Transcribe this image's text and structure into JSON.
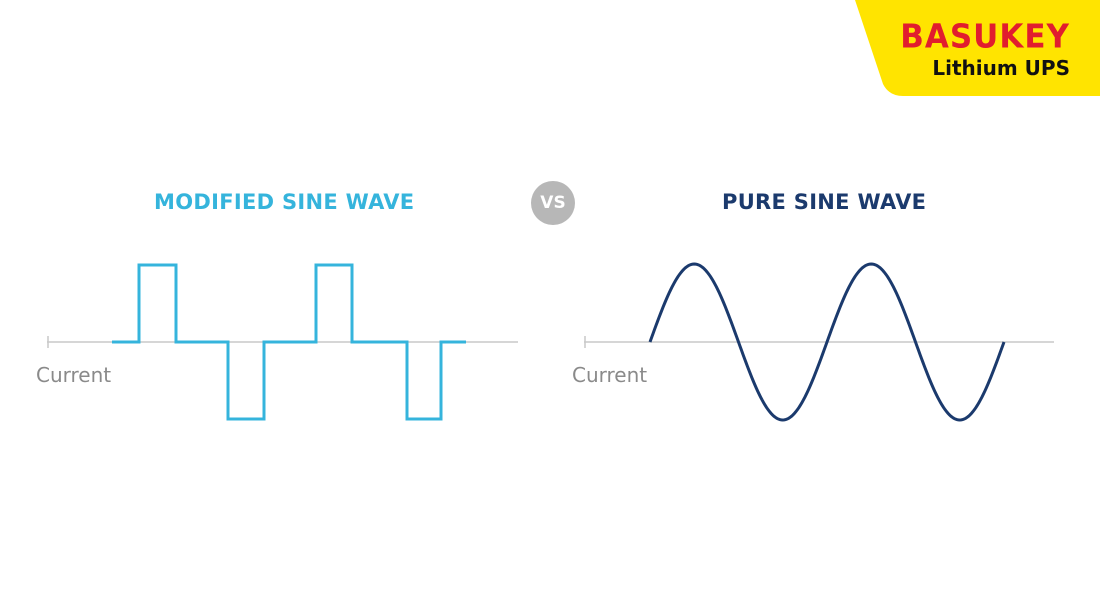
{
  "brand": {
    "name": "BASUKEY",
    "tagline": "Lithium UPS",
    "badge_color": "#ffe400",
    "name_color": "#e11d2e"
  },
  "comparison": {
    "left_title": "MODIFIED SINE WAVE",
    "right_title": "PURE SINE WAVE",
    "vs_label": "VS",
    "left_axis_label": "Current",
    "right_axis_label": "Current"
  },
  "colors": {
    "modified_wave": "#35b4dc",
    "pure_wave": "#1b3a6d",
    "axis": "#c8c8c8",
    "vs_badge": "#b7b7b7"
  },
  "waves": {
    "modified": {
      "type": "modified-sine",
      "cycles": 2,
      "levels": [
        0,
        1,
        0,
        -1,
        0,
        1,
        0,
        -1,
        0
      ]
    },
    "pure": {
      "type": "sine",
      "cycles": 2
    }
  }
}
